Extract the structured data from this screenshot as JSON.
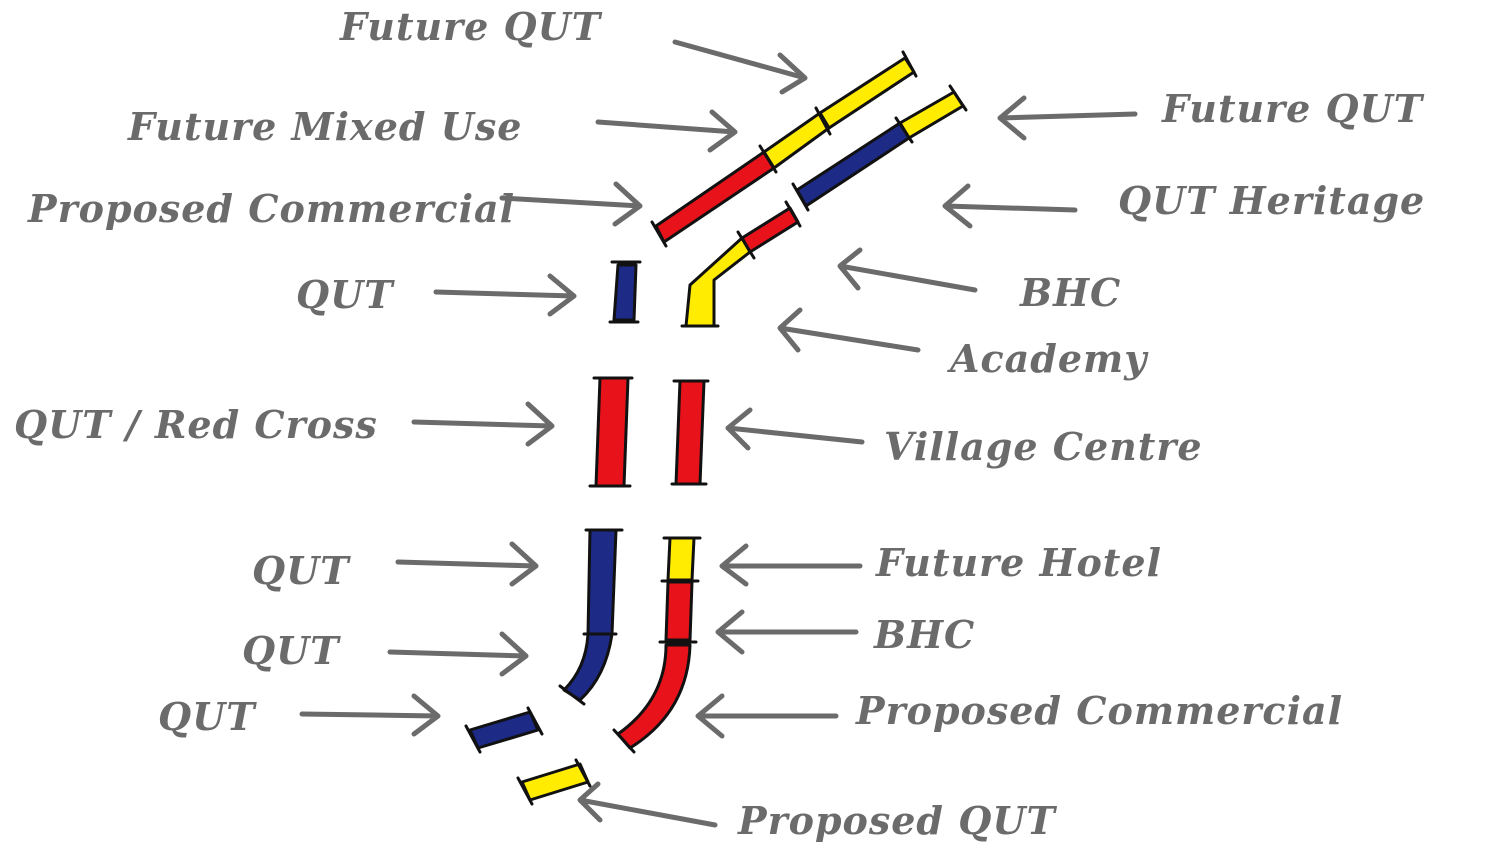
{
  "colors": {
    "yellow": "#ffec00",
    "red": "#e8121b",
    "blue": "#1d2a86",
    "ink": "#111111",
    "label": "#6b6b6b"
  },
  "labels": {
    "future_qut_top": "Future QUT",
    "future_qut_right": "Future QUT",
    "future_mixed_use": "Future Mixed Use",
    "proposed_commercial_top": "Proposed Commercial",
    "qut_heritage": "QUT Heritage",
    "qut_mid": "QUT",
    "bhc_top": "BHC",
    "academy": "Academy",
    "qut_red_cross": "QUT / Red Cross",
    "village_centre": "Village Centre",
    "qut_lower_1": "QUT",
    "future_hotel": "Future Hotel",
    "qut_lower_2": "QUT",
    "bhc_bottom": "BHC",
    "qut_lower_3": "QUT",
    "proposed_commercial_bottom": "Proposed Commercial",
    "proposed_qut": "Proposed QUT"
  },
  "segments": [
    {
      "name": "future-qut-top-segment",
      "use": "yellow"
    },
    {
      "name": "future-mixed-use-segment",
      "use": "yellow"
    },
    {
      "name": "proposed-commercial-top-segment",
      "use": "red"
    },
    {
      "name": "future-qut-right-segment",
      "use": "yellow"
    },
    {
      "name": "qut-heritage-segment",
      "use": "blue"
    },
    {
      "name": "bhc-top-segment",
      "use": "red"
    },
    {
      "name": "academy-segment",
      "use": "yellow"
    },
    {
      "name": "qut-mid-segment",
      "use": "blue"
    },
    {
      "name": "qut-red-cross-segment",
      "use": "red"
    },
    {
      "name": "village-centre-segment",
      "use": "red"
    },
    {
      "name": "qut-lower-1-segment",
      "use": "blue"
    },
    {
      "name": "qut-lower-2-segment",
      "use": "blue"
    },
    {
      "name": "future-hotel-segment",
      "use": "yellow"
    },
    {
      "name": "bhc-bottom-segment",
      "use": "red"
    },
    {
      "name": "proposed-commercial-bottom-segment",
      "use": "red"
    },
    {
      "name": "qut-lower-3-segment",
      "use": "blue"
    },
    {
      "name": "proposed-qut-segment",
      "use": "yellow"
    }
  ]
}
